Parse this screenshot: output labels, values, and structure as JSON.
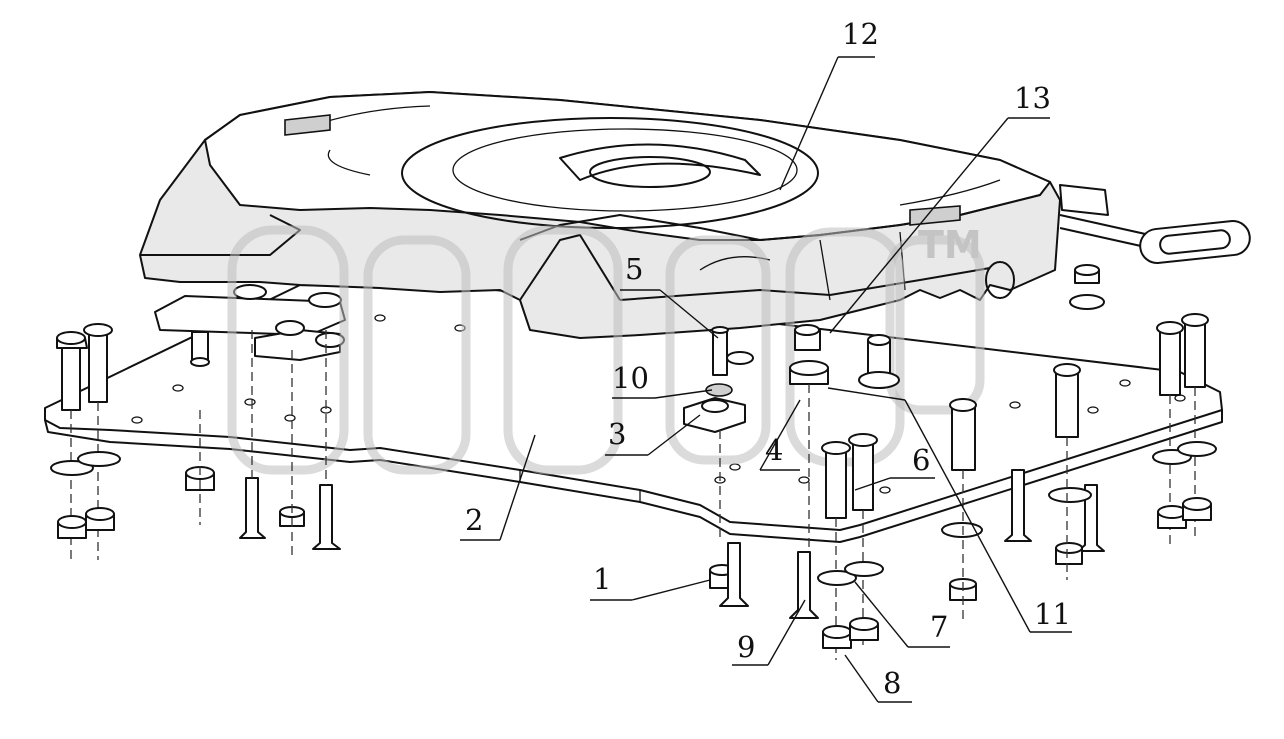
{
  "diagram": {
    "watermark_mark": "TM",
    "callouts": [
      {
        "id": "1",
        "label": "1"
      },
      {
        "id": "2",
        "label": "2"
      },
      {
        "id": "3",
        "label": "3"
      },
      {
        "id": "4",
        "label": "4"
      },
      {
        "id": "5",
        "label": "5"
      },
      {
        "id": "6",
        "label": "6"
      },
      {
        "id": "7",
        "label": "7"
      },
      {
        "id": "8",
        "label": "8"
      },
      {
        "id": "9",
        "label": "9"
      },
      {
        "id": "10",
        "label": "10"
      },
      {
        "id": "11",
        "label": "11"
      },
      {
        "id": "12",
        "label": "12"
      },
      {
        "id": "13",
        "label": "13"
      }
    ]
  }
}
